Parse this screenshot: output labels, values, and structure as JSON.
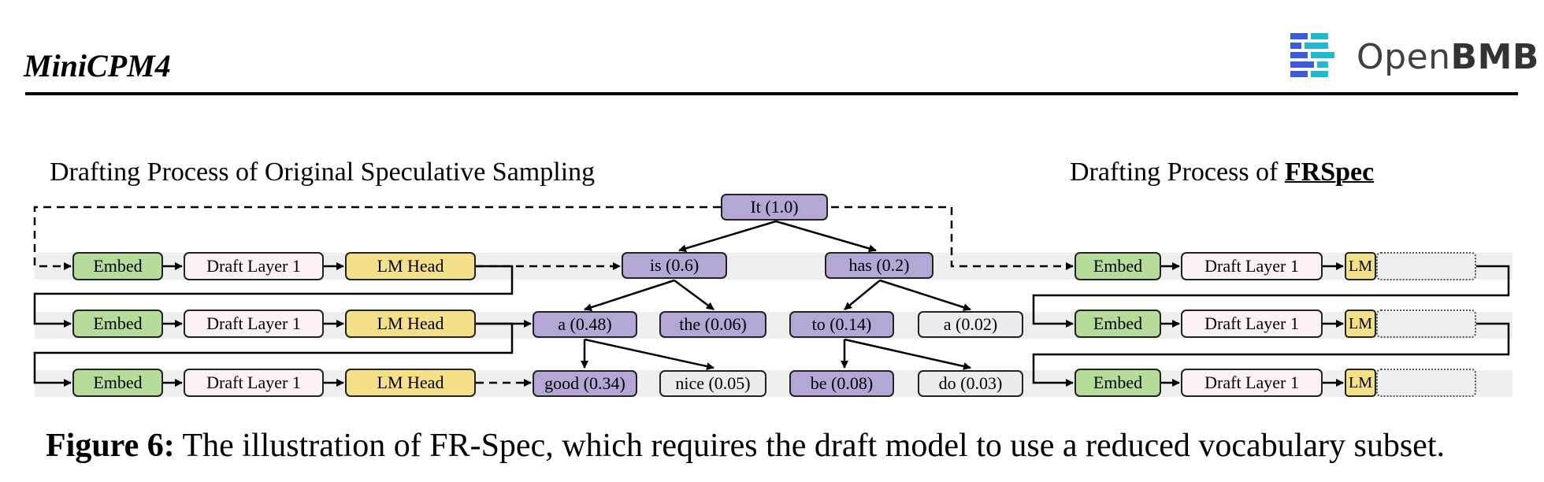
{
  "header": {
    "running_title": "MiniCPM4",
    "logo_text_regular": "Open",
    "logo_text_bold": "BMB",
    "logo_colors": [
      "#3b5bdb",
      "#22b8cf"
    ]
  },
  "left_panel": {
    "title": "Drafting Process of Original Speculative Sampling",
    "rows": [
      {
        "embed": "Embed",
        "draft": "Draft Layer 1",
        "head": "LM Head"
      },
      {
        "embed": "Embed",
        "draft": "Draft Layer 1",
        "head": "LM Head"
      },
      {
        "embed": "Embed",
        "draft": "Draft Layer 1",
        "head": "LM Head"
      }
    ]
  },
  "right_panel": {
    "title_prefix": "Drafting Process of ",
    "title_bold": "FRSpec",
    "rows": [
      {
        "embed": "Embed",
        "draft": "Draft Layer 1",
        "head": "LM"
      },
      {
        "embed": "Embed",
        "draft": "Draft Layer 1",
        "head": "LM"
      },
      {
        "embed": "Embed",
        "draft": "Draft Layer 1",
        "head": "LM"
      }
    ]
  },
  "tree": {
    "root": {
      "label": "It (1.0)",
      "selected": true
    },
    "level1": [
      {
        "label": "is (0.6)",
        "selected": true
      },
      {
        "label": "has (0.2)",
        "selected": true
      }
    ],
    "level2": [
      {
        "label": "a (0.48)",
        "selected": true
      },
      {
        "label": "the (0.06)",
        "selected": true
      },
      {
        "label": "to (0.14)",
        "selected": true
      },
      {
        "label": "a (0.02)",
        "selected": false
      }
    ],
    "level3": [
      {
        "label": "good (0.34)",
        "selected": true
      },
      {
        "label": "nice (0.05)",
        "selected": false
      },
      {
        "label": "be (0.08)",
        "selected": true
      },
      {
        "label": "do (0.03)",
        "selected": false
      }
    ]
  },
  "colors": {
    "embed": "#b6dc9b",
    "draft_layer": "#fbf1f7",
    "lm_head": "#f5e08a",
    "selected_token": "#b4a7d6",
    "unselected_token": "#ecebf0",
    "row_band": "#eeeeee"
  },
  "caption": {
    "label": "Figure 6:",
    "text": " The illustration of FR-Spec, which requires the draft model to use a reduced vocabulary subset."
  }
}
